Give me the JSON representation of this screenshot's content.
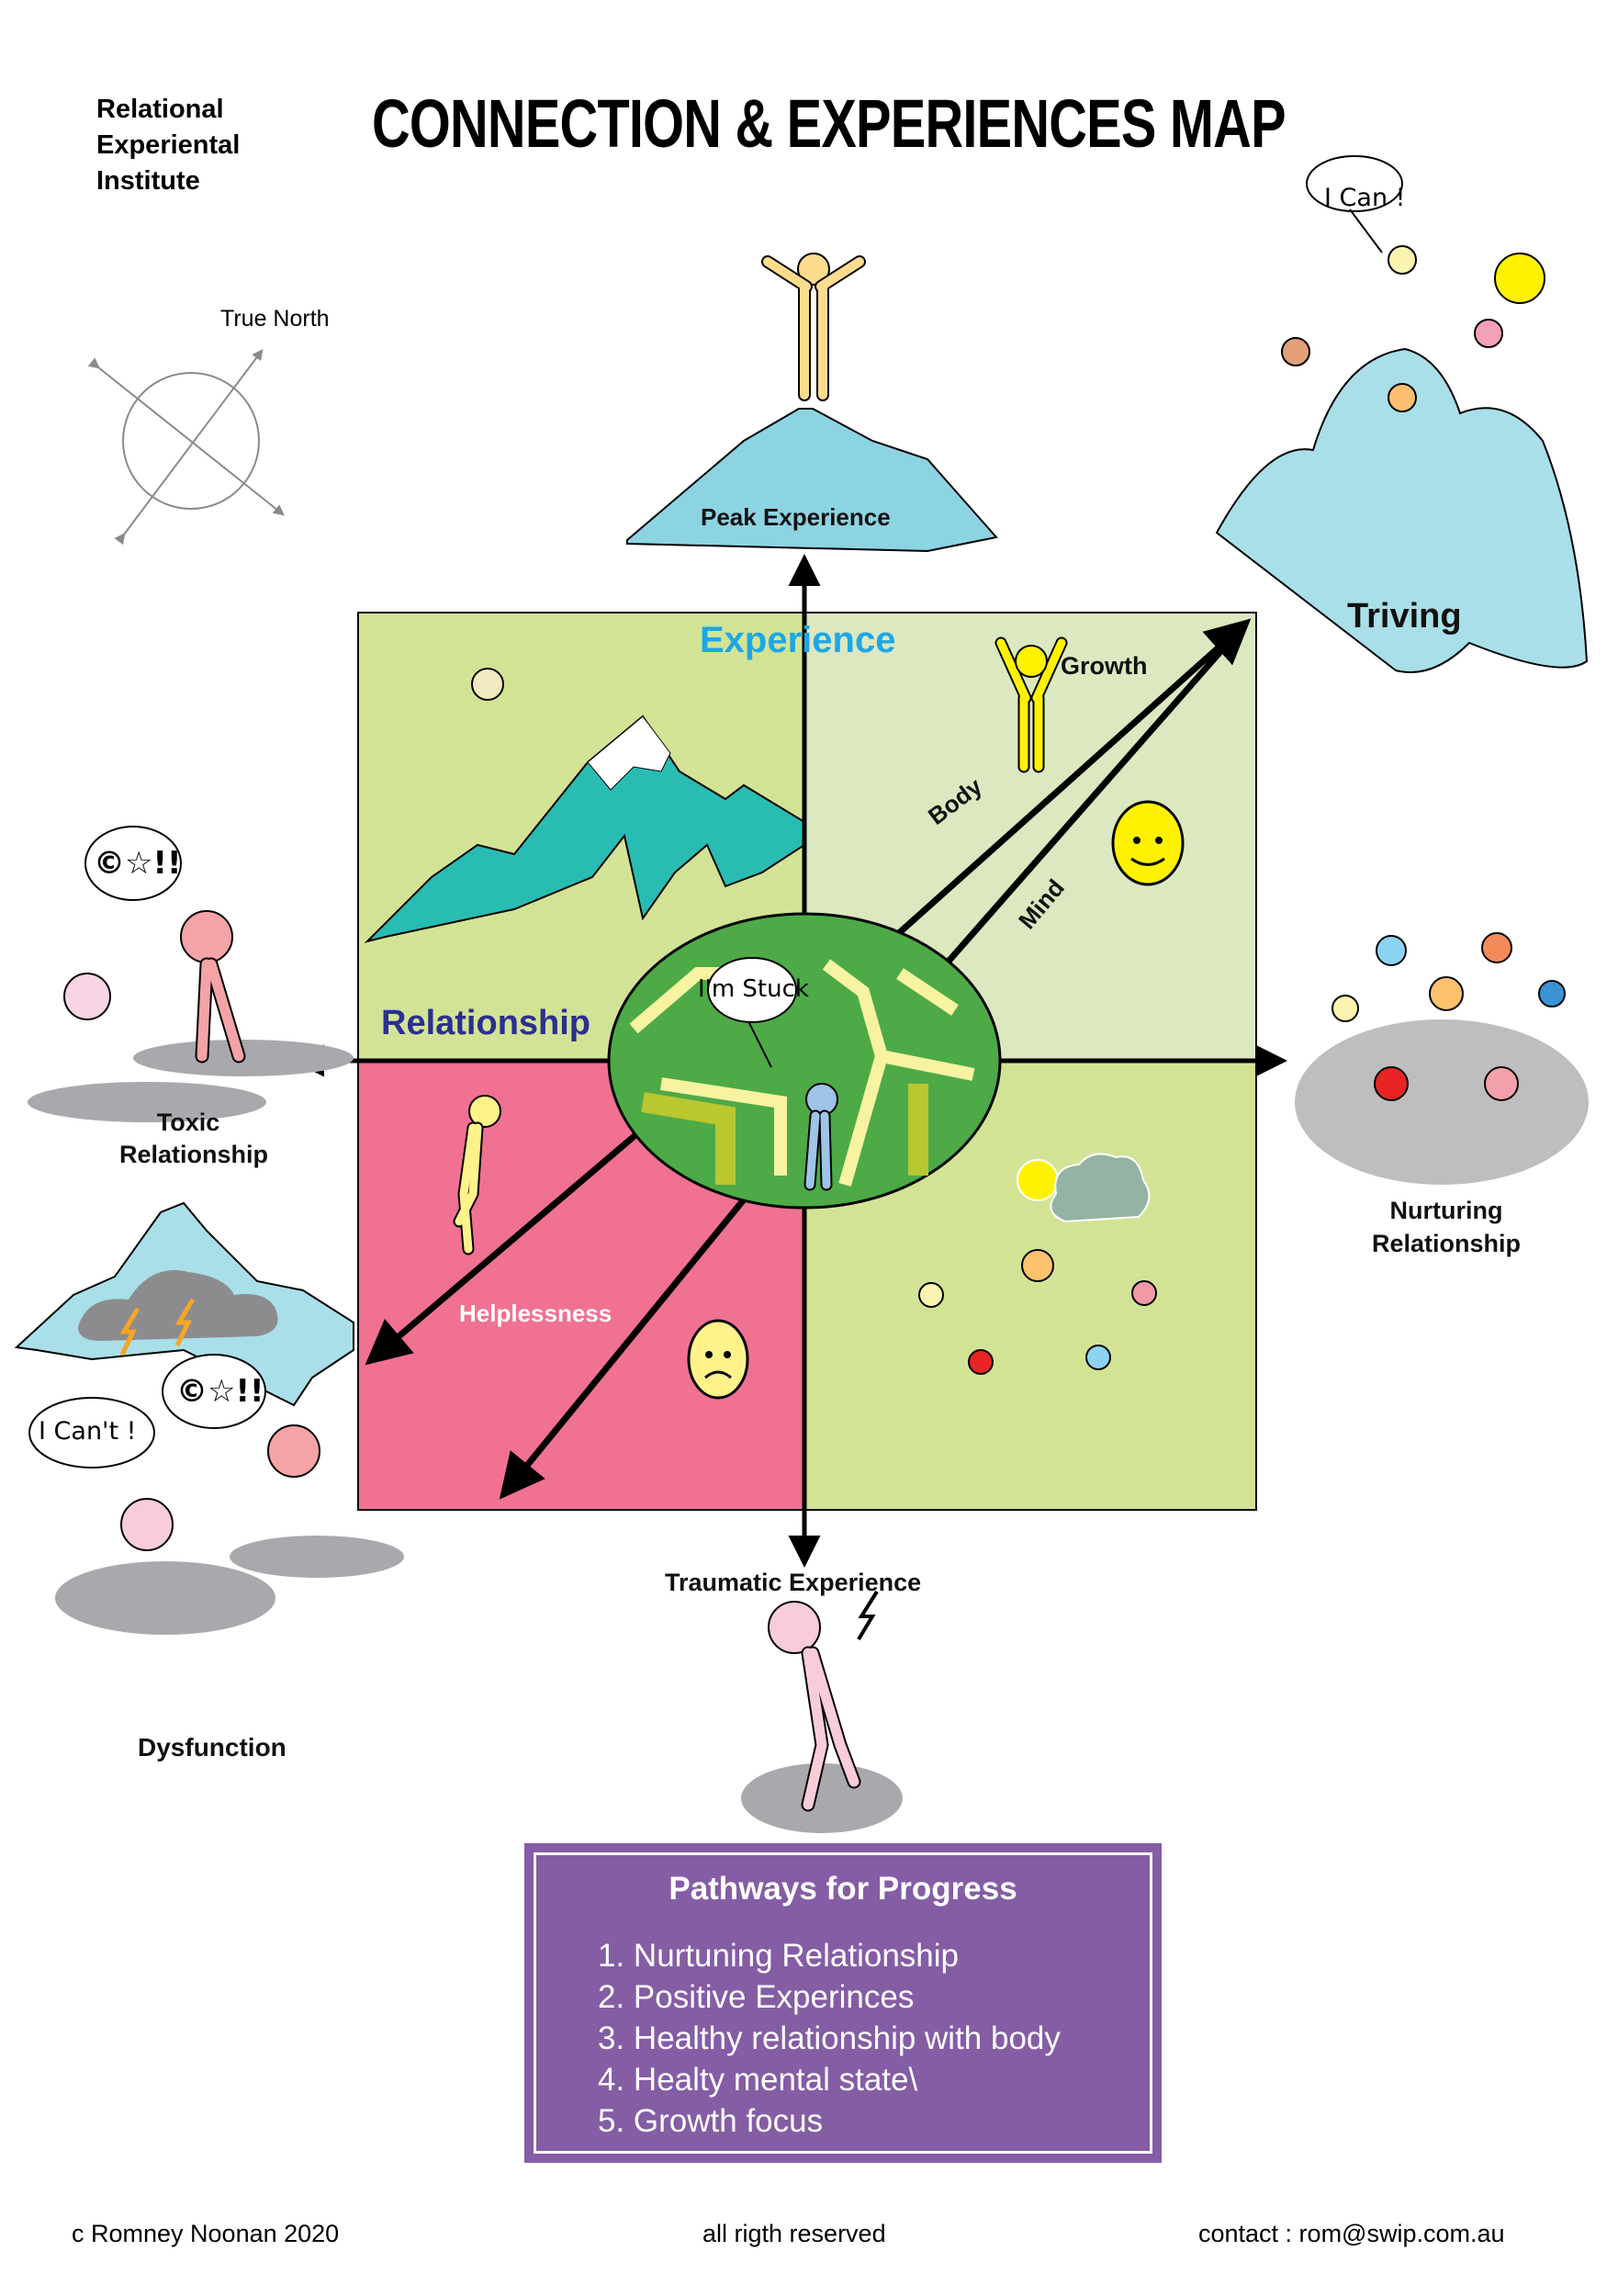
{
  "header": {
    "org_lines": [
      "Relational",
      "Experiental",
      "Institute"
    ],
    "title": "CONNECTION & EXPERIENCES MAP"
  },
  "compass": {
    "label": "True North",
    "icon": "compass-arrows-icon"
  },
  "axes": {
    "vertical": {
      "label": "Experience",
      "top_end": "Peak Experience",
      "bottom_end": "Traumatic Experience"
    },
    "horizontal": {
      "label": "Relationship",
      "left_end": "Toxic Relationship",
      "right_end": "Nurturing Relationship"
    }
  },
  "quadrant_colors": {
    "top_left": "#d3e396",
    "top_right": "#dce8c0",
    "bottom_left": "#f07192",
    "bottom_right": "#d3e396",
    "maze": "#4daa47"
  },
  "center": {
    "speech": "I'm Stuck"
  },
  "pathway_labels": {
    "growth": "Growth",
    "body": "Body",
    "mind": "Mind",
    "helplessness": "Helplessness"
  },
  "corners": {
    "top_right": {
      "label": "Triving",
      "speech": "I Can !"
    },
    "top_left_side": {
      "label_line1": "Toxic",
      "label_line2": "Relationship",
      "speech_symbols": "©☆!!"
    },
    "right_side": {
      "label_line1": "Nurturing",
      "label_line2": "Relationship"
    },
    "bottom_left": {
      "label": "Dysfunction",
      "speech": "I Can't !",
      "speech_symbols": "©☆!!"
    }
  },
  "pathways_box": {
    "title": "Pathways for Progress",
    "items": [
      "1. Nurtuning Relationship",
      "2. Positive Experinces",
      "3. Healthy relationship with body",
      "4. Healty mental state\\",
      "5. Growth focus"
    ],
    "color": "#845da5"
  },
  "footer": {
    "copyright": "c  Romney Noonan 2020",
    "rights": "all rigth reserved",
    "contact": "contact : rom@swip.com.au"
  }
}
